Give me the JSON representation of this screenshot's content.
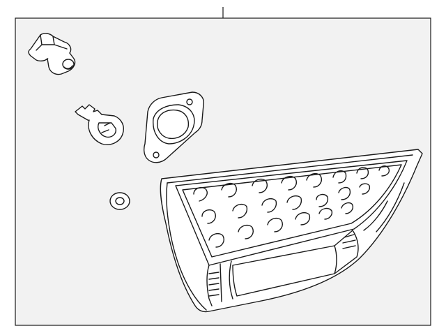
{
  "diagram": {
    "type": "exploded parts diagram",
    "background_color": "#f2f2f2",
    "line_color": "#1a1a1a",
    "parts": [
      {
        "name": "bulb-socket",
        "icon": "socket-icon"
      },
      {
        "name": "wedge-bulb",
        "icon": "bulb-icon"
      },
      {
        "name": "gasket",
        "icon": "gasket-icon"
      },
      {
        "name": "washer",
        "icon": "washer-icon"
      },
      {
        "name": "tail-lamp-housing",
        "icon": "lamp-icon"
      }
    ]
  }
}
